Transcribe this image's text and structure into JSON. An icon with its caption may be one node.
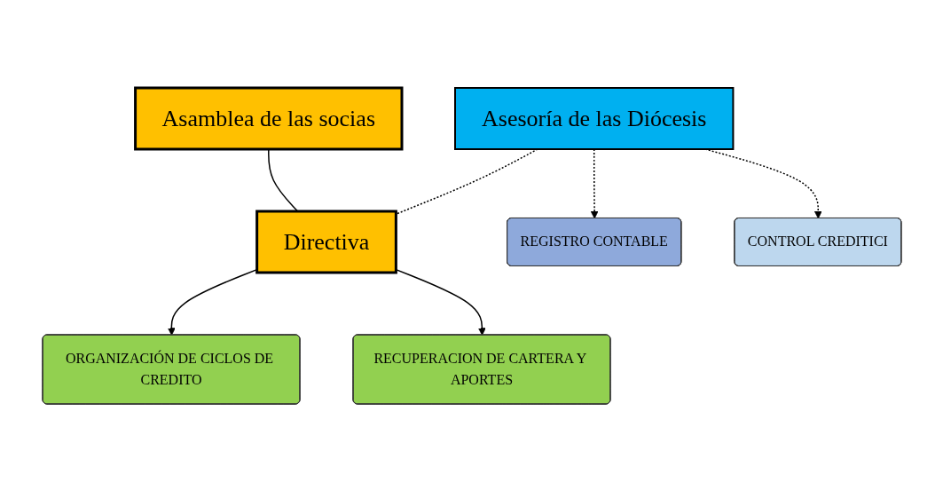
{
  "diagram": {
    "nodes": [
      {
        "text": [
          "Asamblea de las socias"
        ]
      },
      {
        "text": [
          "Asesoría de las Diócesis"
        ]
      },
      {
        "text": [
          "Directiva"
        ]
      },
      {
        "text": [
          "REGISTRO CONTABLE"
        ]
      },
      {
        "text": [
          "CONTROL CREDITICI"
        ]
      },
      {
        "text": [
          "ORGANIZACIÓN DE CICLOS DE CREDITO"
        ]
      },
      {
        "text": [
          "RECUPERACION DE CARTERA Y APORTES"
        ]
      }
    ],
    "edges": [
      {
        "from": 0,
        "to": 2,
        "arrow": "none"
      },
      {
        "from": 1,
        "to": 2,
        "arrow": "none",
        "style": "dashed"
      },
      {
        "from": 1,
        "to": 3,
        "arrow": "to",
        "style": "dashed"
      },
      {
        "from": 1,
        "to": 4,
        "arrow": "to",
        "style": "dashed"
      },
      {
        "from": 2,
        "to": 5,
        "arrow": "to"
      },
      {
        "from": 2,
        "to": 6,
        "arrow": "to"
      }
    ]
  }
}
